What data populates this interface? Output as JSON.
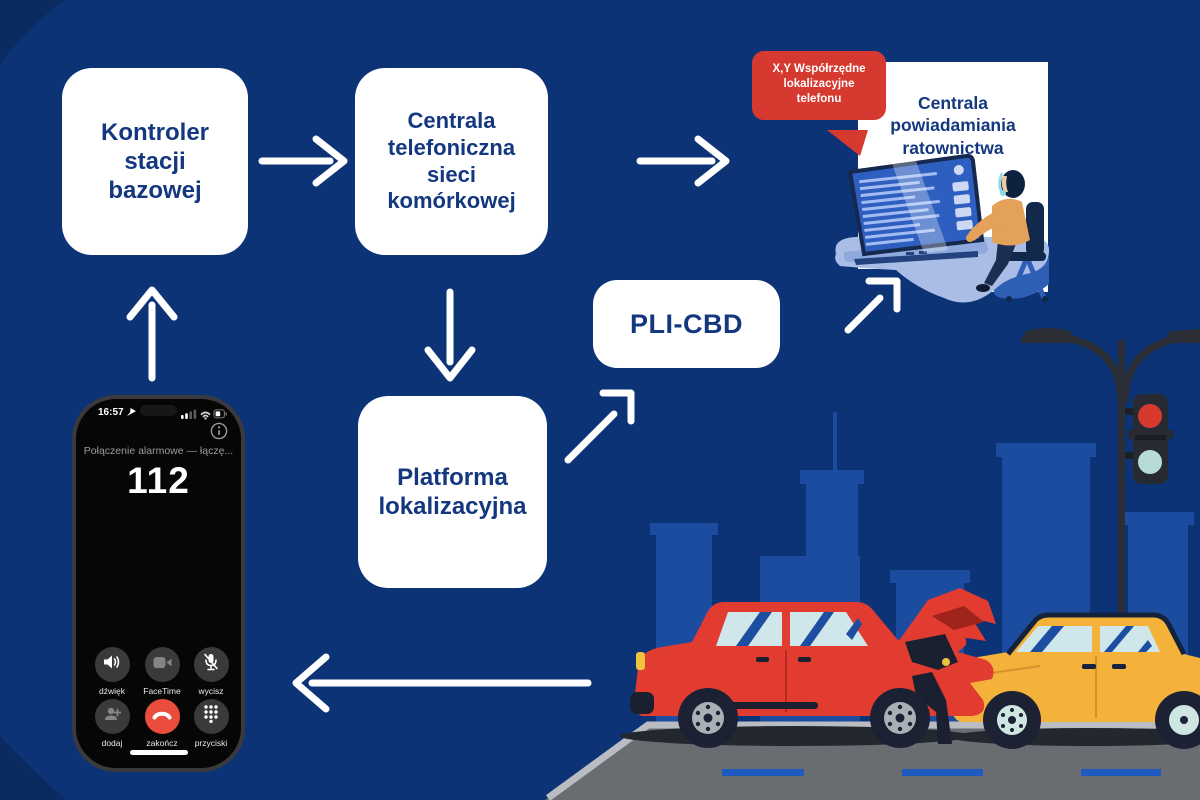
{
  "colors": {
    "background": "#0d3377",
    "corner_shade": "#0a2b60",
    "node_text": "#14387f",
    "node_bg": "#ffffff",
    "arrow_white": "#ffffff",
    "bubble_red": "#d6392f",
    "building_blue": "#1b4c9f",
    "road_gray": "#696c70",
    "curb_gray": "#b9bcc0",
    "lane_dash_blue": "#1f5ac0",
    "car_red": "#e23b30",
    "car_yellow": "#f4b23a",
    "window_glass": "#cfe6ea",
    "dark_navy": "#1a2030",
    "traffic_red": "#d8392f",
    "traffic_mint": "#b7dcd6",
    "end_call_red": "#eb4d3d",
    "desk_periwinkle": "#a9bde6",
    "desk_blue": "#2f5fb5",
    "screen_blue": "#2e5fc0",
    "shirt_orange": "#e3a159"
  },
  "nodes": {
    "kontroler": {
      "label": "Kontroler stacji bazowej"
    },
    "centrala_telefoniczna": {
      "label": "Centrala telefoniczna sieci komórkowej"
    },
    "pli_cbd": {
      "label": "PLI-CBD"
    },
    "platforma": {
      "label": "Platforma lokalizacyjna"
    },
    "centrala_ratownictwa": {
      "label": "Centrala powiadamiania ratownictwa"
    }
  },
  "bubble": {
    "text": "X,Y Współrzędne lokalizacyjne telefonu"
  },
  "phone": {
    "time": "16:57",
    "status_text": "Połączenie alarmowe — łączę...",
    "number": "112",
    "controls": [
      {
        "id": "speaker",
        "label": "dźwięk"
      },
      {
        "id": "facetime",
        "label": "FaceTime"
      },
      {
        "id": "mute",
        "label": "wycisz"
      },
      {
        "id": "add-call",
        "label": "dodaj"
      },
      {
        "id": "end-call",
        "label": "zakończ"
      },
      {
        "id": "keypad",
        "label": "przyciski"
      }
    ]
  },
  "icons": {
    "speaker": "speaker-icon",
    "facetime": "facetime-camera-icon",
    "mute": "mic-muted-icon",
    "add_call": "add-call-icon",
    "end_call": "end-call-handset-icon",
    "keypad": "keypad-dots-icon",
    "info": "info-icon",
    "location": "location-arrow-icon",
    "signal": "cell-signal-icon",
    "wifi": "wifi-icon",
    "battery": "battery-icon"
  }
}
